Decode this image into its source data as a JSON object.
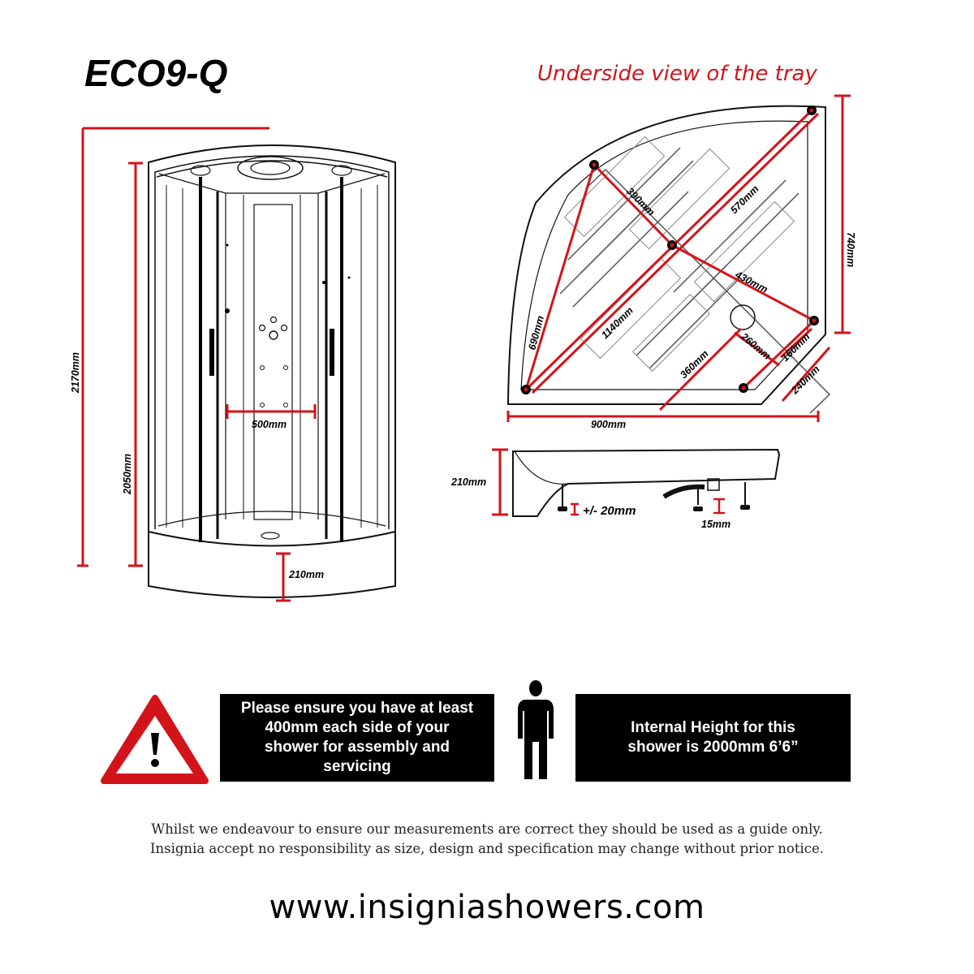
{
  "header": {
    "model": "ECO9-Q",
    "tray_view_title": "Underside view of the tray"
  },
  "front_view": {
    "overall_height": "2170mm",
    "glass_height": "2050mm",
    "door_opening": "500mm",
    "tray_height": "210mm"
  },
  "tray_view": {
    "dims": {
      "d390": "390mm",
      "d570": "570mm",
      "d740": "740mm",
      "d430": "430mm",
      "d1140": "1140mm",
      "d690": "690mm",
      "d260": "260mm",
      "d160": "160mm",
      "d360": "360mm",
      "d240": "240mm",
      "d900": "900mm"
    }
  },
  "side_view": {
    "height": "210mm",
    "leg_adjust": "+/- 20mm",
    "leg_size": "15mm"
  },
  "notices": {
    "clearance_lines": [
      "Please ensure you have at least",
      "400mm each side of your",
      "shower for assembly and",
      "servicing"
    ],
    "height_lines": [
      "Internal Height for this",
      "shower is 2000mm 6’6”"
    ]
  },
  "disclaimer": {
    "line1": "Whilst we endeavour to ensure our measurements are correct they should be used as a guide only.",
    "line2": "Insignia accept no responsibility as size, design and specification may change without prior notice."
  },
  "website": "www.insigniashowers.com",
  "colors": {
    "accent_red": "#d2141a",
    "notice_bg": "#000000",
    "warning_red": "#d2141a"
  },
  "icons": [
    "warning-triangle-icon",
    "person-silhouette-icon"
  ]
}
